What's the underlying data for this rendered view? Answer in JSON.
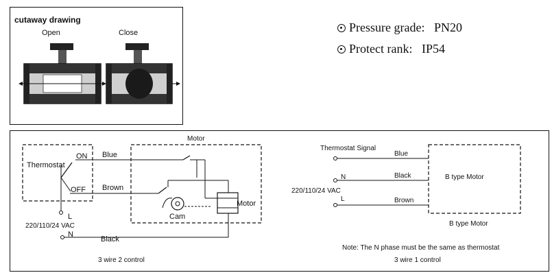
{
  "cutaway": {
    "title": "cutaway drawing",
    "open_label": "Open",
    "close_label": "Close"
  },
  "specs": [
    {
      "label": "Pressure grade:",
      "value": "PN20"
    },
    {
      "label": "Protect rank:",
      "value": "IP54"
    }
  ],
  "wiring2": {
    "motor_title": "Motor",
    "thermostat": "Thermostat",
    "on": "ON",
    "off": "OFF",
    "blue": "Blue",
    "brown": "Brown",
    "black": "Black",
    "l": "L",
    "n": "N",
    "voltage": "220/110/24 VAC",
    "cam": "Cam",
    "motor_coil": "Motor",
    "caption": "3 wire 2 control"
  },
  "wiring1": {
    "signal": "Thermostat Signal",
    "blue": "Blue",
    "n": "N",
    "black": "Black",
    "voltage": "220/110/24 VAC",
    "l": "L",
    "brown": "Brown",
    "motor_box": "B type Motor",
    "motor_caption": "B type Motor",
    "note": "Note: The N phase must be the same as thermostat",
    "caption": "3 wire 1 control"
  }
}
